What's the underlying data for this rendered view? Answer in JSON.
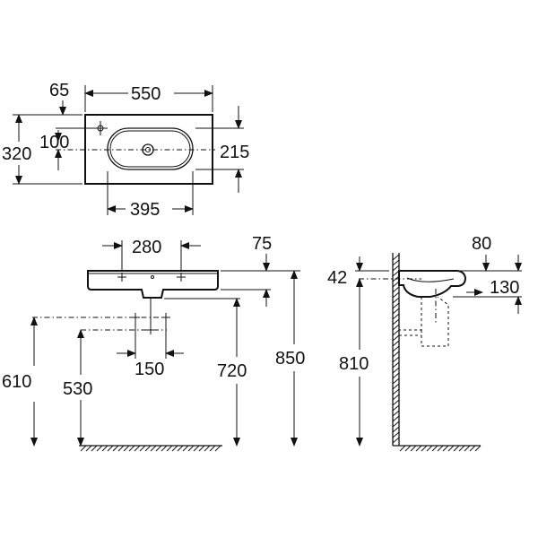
{
  "dimensions": {
    "top_width": "550",
    "top_offset": "65",
    "top_depth": "320",
    "top_hole_offset": "100",
    "top_bowl_depth": "215",
    "top_bowl_width": "395",
    "front_hole_spacing": "280",
    "front_top_drop": "75",
    "front_height_850": "850",
    "front_height_720": "720",
    "front_height_610": "610",
    "front_height_530": "530",
    "front_spacing_150": "150",
    "side_42": "42",
    "side_80": "80",
    "side_130": "130",
    "side_810": "810"
  }
}
